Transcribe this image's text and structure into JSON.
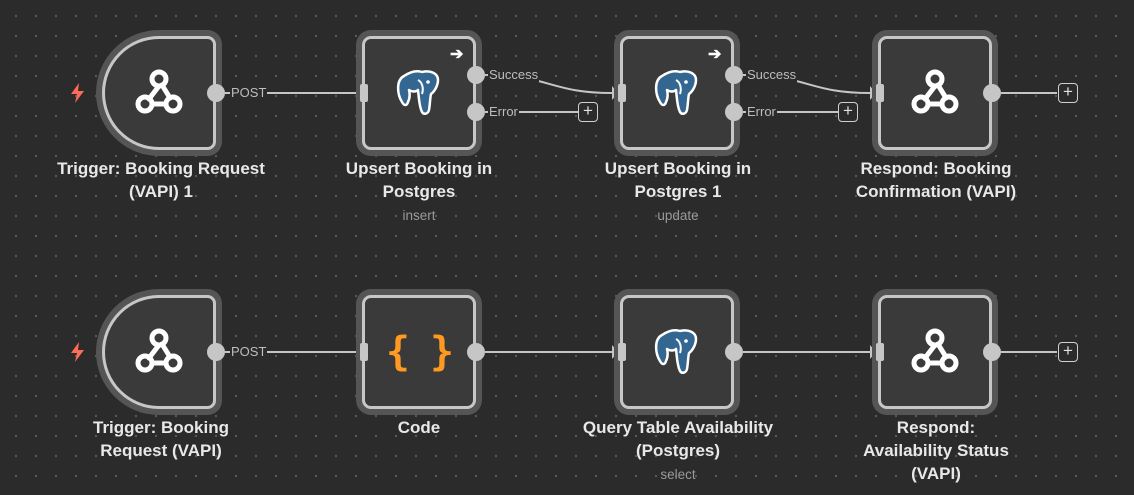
{
  "canvas": {
    "background": "#2b2b2b",
    "node_fill": "#3a3a3a",
    "node_border": "#c7c7c7",
    "accent_trigger": "#ff6b5b",
    "code_color": "#ff9922",
    "postgres_blue": "#336791"
  },
  "workflow_rows": [
    {
      "trigger": {
        "name": "Trigger: Booking Request (VAPI) 1",
        "port_label": "POST",
        "icon": "webhook-icon",
        "trigger_icon": "lightning-bolt-icon"
      },
      "nodes": [
        {
          "name": "Upsert Booking in Postgres",
          "subtitle": "insert",
          "icon": "postgres-elephant-icon",
          "outputs": [
            "Success",
            "Error"
          ],
          "badge": "arrow-right-icon"
        },
        {
          "name": "Upsert Booking in Postgres 1",
          "subtitle": "update",
          "icon": "postgres-elephant-icon",
          "outputs": [
            "Success",
            "Error"
          ],
          "badge": "arrow-right-icon"
        },
        {
          "name": "Respond: Booking Confirmation (VAPI)",
          "subtitle": "",
          "icon": "webhook-icon"
        }
      ]
    },
    {
      "trigger": {
        "name": "Trigger: Booking Request (VAPI)",
        "port_label": "POST",
        "icon": "webhook-icon",
        "trigger_icon": "lightning-bolt-icon"
      },
      "nodes": [
        {
          "name": "Code",
          "subtitle": "",
          "icon": "code-braces-icon",
          "glyph": "{ }"
        },
        {
          "name": "Query Table Availability (Postgres)",
          "subtitle": "select",
          "icon": "postgres-elephant-icon"
        },
        {
          "name": "Respond: Availability Status (VAPI)",
          "subtitle": "",
          "icon": "webhook-icon"
        }
      ]
    }
  ],
  "add_button_glyph": "+",
  "arrow_glyph": "➔"
}
